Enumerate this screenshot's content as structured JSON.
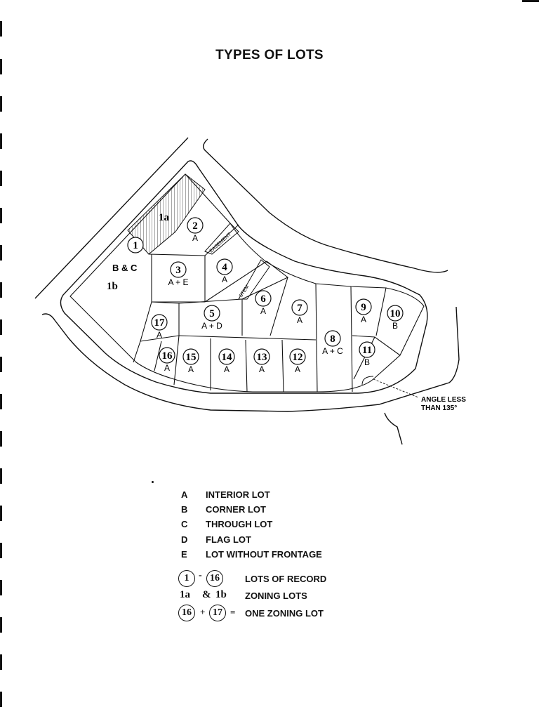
{
  "title": "TYPES OF LOTS",
  "diagram": {
    "lots": [
      {
        "num": "1",
        "type": ""
      },
      {
        "num": "2",
        "type": "A"
      },
      {
        "num": "3",
        "type": "A + E"
      },
      {
        "num": "4",
        "type": "A"
      },
      {
        "num": "5",
        "type": "A + D"
      },
      {
        "num": "6",
        "type": "A"
      },
      {
        "num": "7",
        "type": "A"
      },
      {
        "num": "8",
        "type": "A + C"
      },
      {
        "num": "9",
        "type": "A"
      },
      {
        "num": "10",
        "type": "B"
      },
      {
        "num": "11",
        "type": "B"
      },
      {
        "num": "12",
        "type": "A"
      },
      {
        "num": "13",
        "type": "A"
      },
      {
        "num": "14",
        "type": "A"
      },
      {
        "num": "15",
        "type": "A"
      },
      {
        "num": "16",
        "type": "A"
      },
      {
        "num": "17",
        "type": "A"
      }
    ],
    "zoning_labels": {
      "z1a": "1a",
      "z1b": "1b",
      "bc": "B & C"
    },
    "easement_label": "EASEMENT",
    "stem_label": "STEM",
    "angle_note": [
      "ANGLE LESS",
      "THAN 135°"
    ]
  },
  "legend": [
    {
      "code": "A",
      "desc": "INTERIOR LOT"
    },
    {
      "code": "B",
      "desc": "CORNER LOT"
    },
    {
      "code": "C",
      "desc": "THROUGH LOT"
    },
    {
      "code": "D",
      "desc": "FLAG LOT"
    },
    {
      "code": "E",
      "desc": "LOT WITHOUT FRONTAGE"
    }
  ],
  "key": {
    "records": {
      "from": "1",
      "dash": "-",
      "to": "16",
      "desc": "LOTS OF RECORD"
    },
    "zoning": {
      "a": "1a",
      "amp": "&",
      "b": "1b",
      "desc": "ZONING LOTS"
    },
    "combined": {
      "a": "16",
      "plus": "+",
      "b": "17",
      "eq": "=",
      "desc": "ONE ZONING LOT"
    }
  }
}
